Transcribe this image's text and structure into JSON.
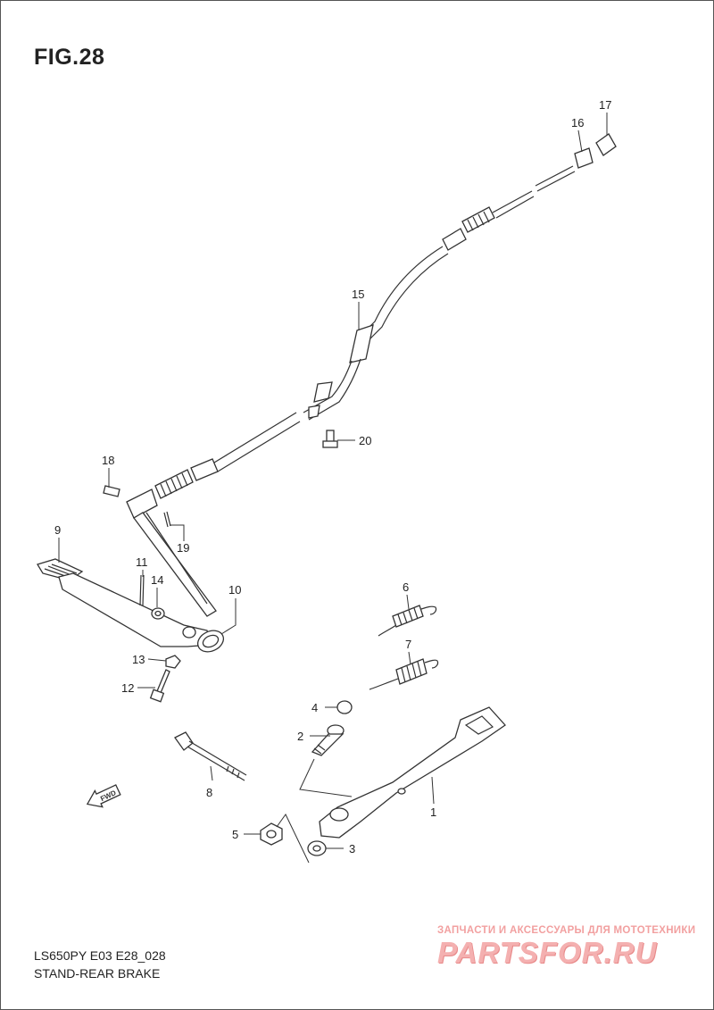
{
  "figure": {
    "title": "FIG.28",
    "model_code": "LS650PY E03 E28_028",
    "section": "STAND-REAR BRAKE"
  },
  "fwd_marker": "FWD",
  "watermark": {
    "caption": "ЗАПЧАСТИ И АКСЕССУАРЫ ДЛЯ МОТОТЕХНИКИ",
    "logo": "PARTSFOR.RU"
  },
  "callouts": [
    "1",
    "2",
    "3",
    "4",
    "5",
    "6",
    "7",
    "8",
    "9",
    "10",
    "11",
    "12",
    "13",
    "14",
    "15",
    "16",
    "17",
    "18",
    "19",
    "20"
  ]
}
